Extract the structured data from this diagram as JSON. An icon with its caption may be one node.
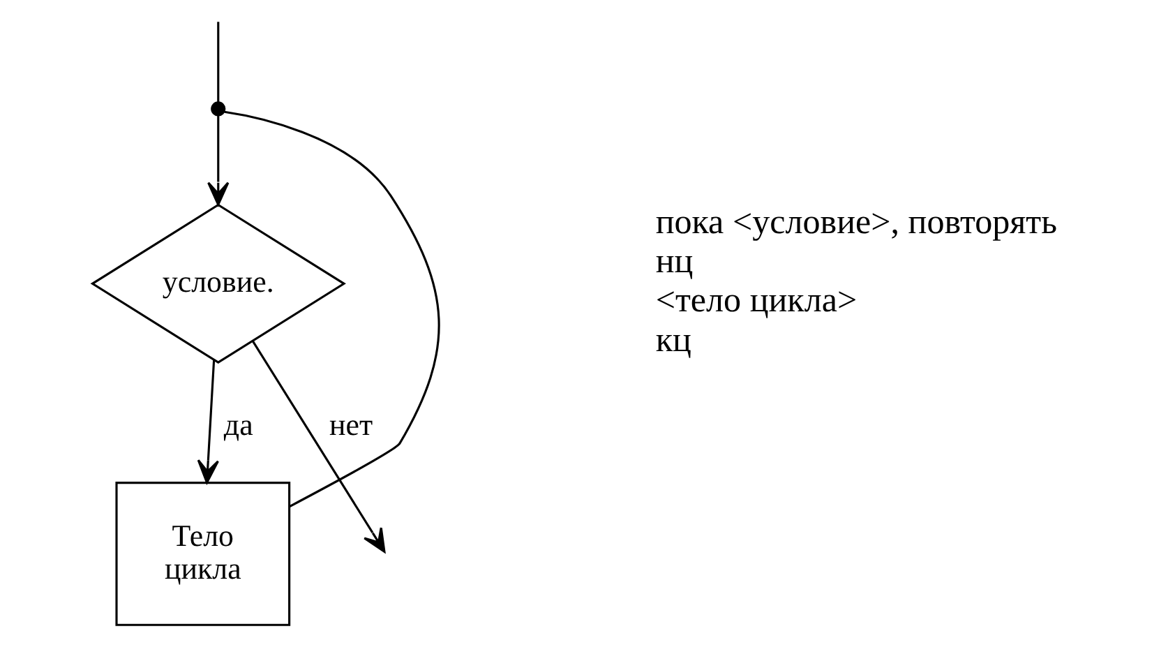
{
  "diagram": {
    "nodes": [
      {
        "text": [],
        "shape": "circle"
      },
      {
        "text": [
          "условие."
        ]
      },
      {
        "text": [
          "Тело цикла"
        ]
      }
    ],
    "edges": [
      {
        "from": null,
        "to": 0,
        "arrow": "none"
      },
      {
        "from": 0,
        "to": 1,
        "arrow": "to"
      },
      {
        "from": 1,
        "to": 2,
        "arrow": "to",
        "label": "да"
      },
      {
        "from": 2,
        "to": 0,
        "arrow": "none"
      },
      {
        "from": 1,
        "to": null,
        "arrow": "to",
        "label": "нет"
      }
    ],
    "labels": [
      "пока <условие>, повторять",
      "нц",
      "<тело цикла>",
      "кц"
    ]
  }
}
